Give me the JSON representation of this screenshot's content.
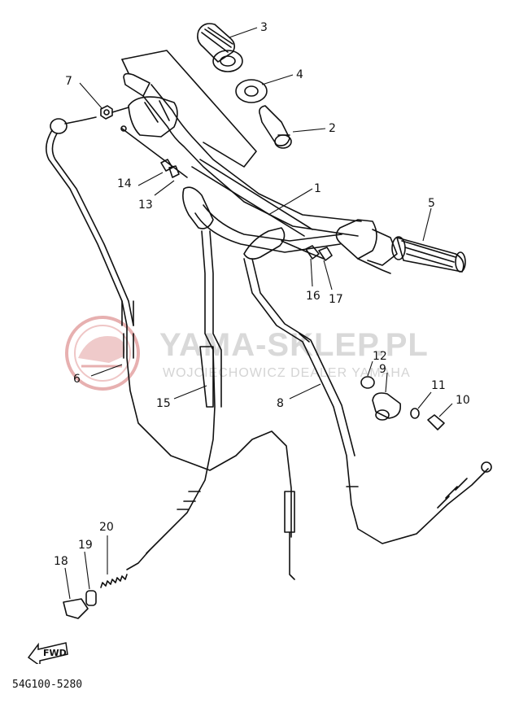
{
  "watermark": {
    "title": "YAMA-SKLEP.PL",
    "subtitle": "WOJCIECHOWICZ DEALER YAMAHA",
    "logo_color": "#e0a3a3"
  },
  "diagram_code": "54G100-5280",
  "fwd_label": "FWD",
  "callouts": {
    "c1": "1",
    "c2": "2",
    "c3": "3",
    "c4": "4",
    "c5": "5",
    "c6": "6",
    "c7": "7",
    "c8": "8",
    "c9": "9",
    "c10": "10",
    "c11": "11",
    "c12": "12",
    "c13": "13",
    "c14": "14",
    "c15": "15",
    "c16": "16",
    "c17": "17",
    "c18": "18",
    "c19": "19",
    "c20": "20"
  },
  "colors": {
    "ink": "#111111",
    "watermark_text": "#d9d9d9"
  }
}
